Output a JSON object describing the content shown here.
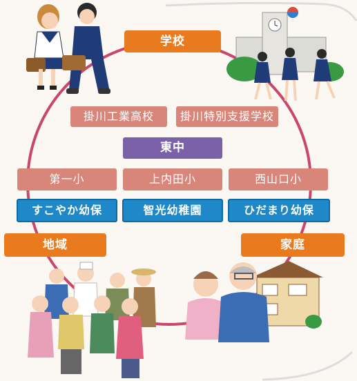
{
  "hub": {
    "school": "学校",
    "community": "地域",
    "home": "家庭"
  },
  "schools": {
    "high_school_1": "掛川工業高校",
    "high_school_2": "掛川特別支援学校",
    "junior_high": "東中",
    "elementary_1": "第一小",
    "elementary_2": "上内田小",
    "elementary_3": "西山口小"
  },
  "nurseries": {
    "n1": "すこやか幼保",
    "n2": "智光幼稚園",
    "n3": "ひだまり幼保"
  },
  "colors": {
    "ring": "#c8476b",
    "hub_label": "#e97a1d",
    "school_label": "#d9867a",
    "junior_high_label": "#7b62a8",
    "nursery_label": "#1e88c9"
  }
}
